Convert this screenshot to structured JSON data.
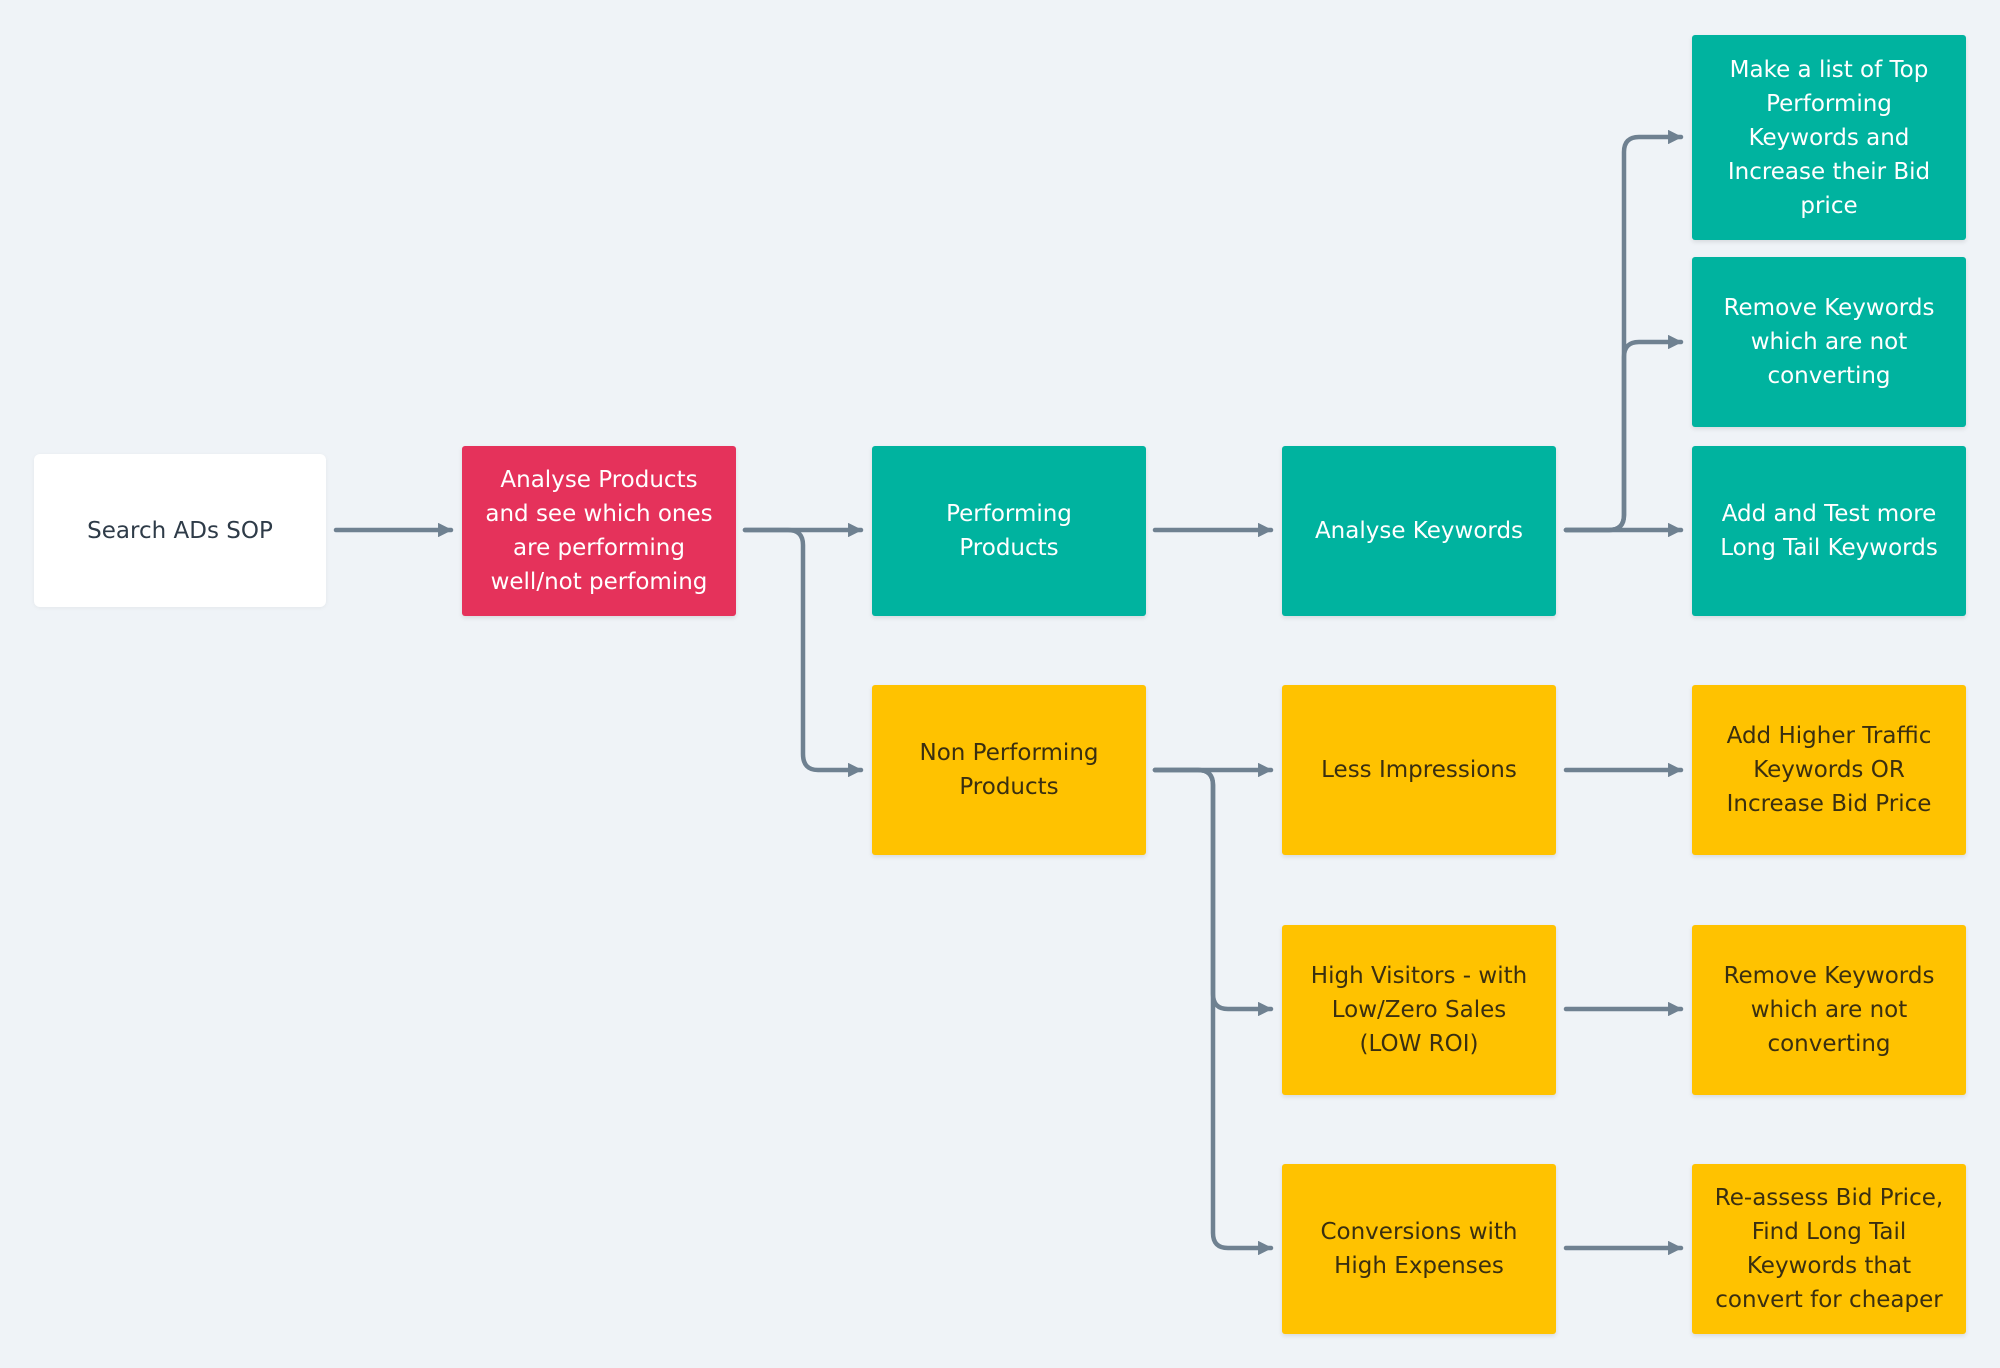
{
  "colors": {
    "background": "#eff3f7",
    "connector": "#6f8191",
    "start": "#ffffff",
    "analyse": "#e5325b",
    "performing": "#00b39f",
    "non_performing": "#ffc200"
  },
  "nodes": {
    "root": "Search ADs SOP",
    "analyse_products": "Analyse Products and see which ones are performing well/not perfoming",
    "performing_products": "Performing Products",
    "analyse_keywords": "Analyse Keywords",
    "top_keywords": "Make a list of Top Performing Keywords and Increase their Bid price",
    "remove_keywords_top": "Remove Keywords which are not converting",
    "add_long_tail": "Add and Test more Long Tail Keywords",
    "non_performing_products": "Non Performing Products",
    "less_impressions": "Less Impressions",
    "high_visitors": "High Visitors - with Low/Zero Sales (LOW ROI)",
    "conversions_high_expenses": "Conversions with High Expenses",
    "add_higher_traffic": "Add Higher Traffic Keywords OR Increase Bid Price",
    "remove_keywords_bottom": "Remove Keywords which are not converting",
    "reassess_bid": "Re-assess Bid Price, Find Long Tail Keywords that convert for cheaper"
  }
}
